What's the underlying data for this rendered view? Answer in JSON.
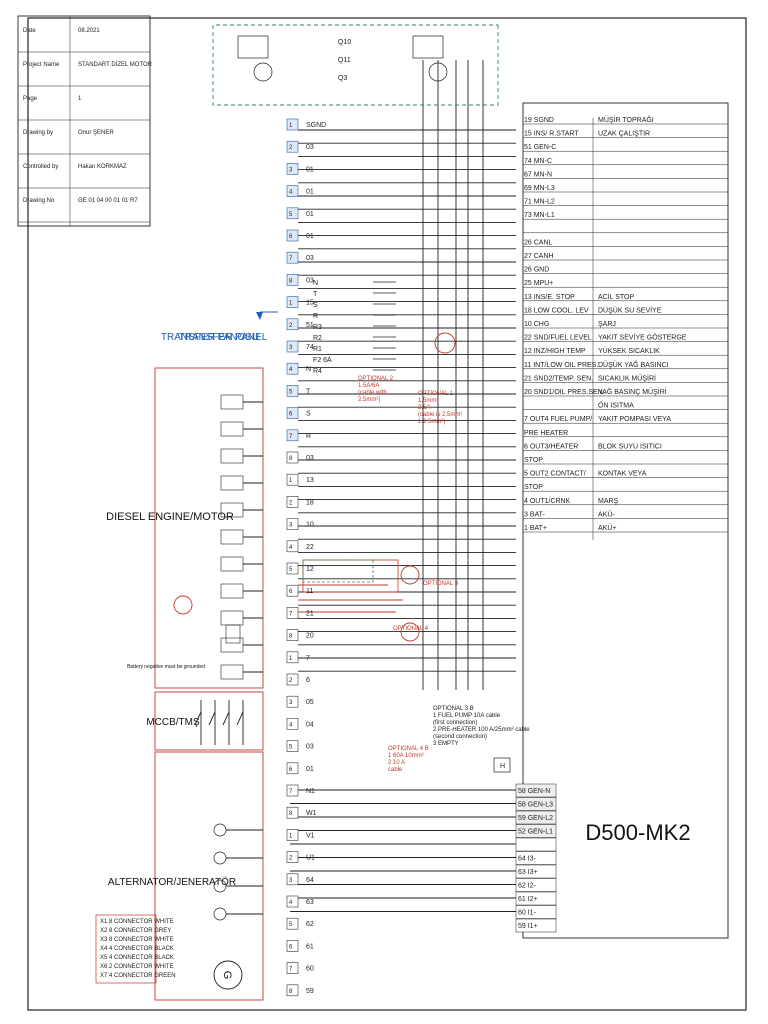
{
  "drawing": {
    "title": "D500-MK2",
    "controller_rows": [
      {
        "code": "19 SGND",
        "desc": "MÜŞİR TOPRAĞI"
      },
      {
        "code": "15 INS/ R.START",
        "desc": "UZAK ÇALIŞTIR"
      },
      {
        "code": "51 GEN-C",
        "desc": ""
      },
      {
        "code": "74 MN-C",
        "desc": ""
      },
      {
        "code": "67 MN-N",
        "desc": ""
      },
      {
        "code": "69 MN-L3",
        "desc": ""
      },
      {
        "code": "71 MN-L2",
        "desc": ""
      },
      {
        "code": "73 MN-L1",
        "desc": ""
      },
      {
        "code": "",
        "desc": ""
      },
      {
        "code": "26 CANL",
        "desc": ""
      },
      {
        "code": "27 CANH",
        "desc": ""
      },
      {
        "code": "26 GND",
        "desc": ""
      },
      {
        "code": "25 MPU+",
        "desc": ""
      },
      {
        "code": "13 INS/E. STOP",
        "desc": "ACİL STOP"
      },
      {
        "code": "18 LOW COOL. LEV",
        "desc": "DÜŞÜK SU SEVİYE"
      },
      {
        "code": "10 CHG",
        "desc": "ŞARJ"
      },
      {
        "code": "22 SND/FUEL LEVEL",
        "desc": "YAKIT SEVİYE GÖSTERGE"
      },
      {
        "code": "12 INZ/HIGH TEMP",
        "desc": "YÜKSEK SICAKLIK"
      },
      {
        "code": "11 INT/LOW OIL PRES.",
        "desc": "DÜŞÜK YAĞ BASINCI"
      },
      {
        "code": "21 SND2/TEMP. SEN.",
        "desc": "SICAKLIK MÜŞİRİ"
      },
      {
        "code": "20 SND1/OIL PRES.SEN.",
        "desc": "YAĞ BASINÇ MÜŞİRİ"
      },
      {
        "code": "",
        "desc": "ÖN ISITMA"
      },
      {
        "code": "7 OUT4 FUEL PUMP/",
        "desc": "YAKIT POMPASI VEYA"
      },
      {
        "code": "PRE HEATER",
        "desc": ""
      },
      {
        "code": "6 OUT3/HEATER",
        "desc": "BLOK SUYU ISITICI"
      },
      {
        "code": "STOP",
        "desc": ""
      },
      {
        "code": "5 OUT2 CONTACT/",
        "desc": "KONTAK VEYA"
      },
      {
        "code": "STOP",
        "desc": ""
      },
      {
        "code": "4 OUT1/CRNK",
        "desc": "MARŞ"
      },
      {
        "code": "3 BAT-",
        "desc": "AKÜ-"
      },
      {
        "code": "1 BAT+",
        "desc": "AKÜ+"
      }
    ],
    "generator_rows": [
      "58 GEN-N",
      "58 GEN-L3",
      "59 GEN-L2",
      "52 GEN-L1",
      "",
      "64 I3-",
      "63 I3+",
      "62 I2-",
      "61 I2+",
      "60 I1-",
      "59 I1+"
    ],
    "terminal_labels": [
      "SGND",
      "03",
      "01",
      "01",
      "01",
      "01",
      "03",
      "03",
      "15",
      "51",
      "74",
      "N",
      "T",
      "S",
      "R",
      "03",
      "13",
      "18",
      "10",
      "22",
      "12",
      "11",
      "21",
      "20",
      "7",
      "6",
      "05",
      "04",
      "03",
      "01",
      "N1",
      "W1",
      "V1",
      "U1",
      "64",
      "63",
      "62",
      "61",
      "60",
      "59"
    ],
    "ats_labels": [
      "N",
      "T",
      "S",
      "R",
      "R3",
      "R2",
      "R1",
      "F2 6A",
      "R4"
    ],
    "sections": {
      "transfer_panel": "TRANSFER PANEL",
      "transfer_panosu": "TRANSFER PANOSU",
      "engine": "DIESEL ENGINE/MOTOR",
      "mccb": "MCCB/TMŞ",
      "alternator": "ALTERNATOR/JENERATÖR",
      "battery_note": "Battery negative must be grounded"
    },
    "notes": {
      "opt1": [
        "OPTIONAL 1",
        "1.5mm²",
        "2.5A",
        "(cable is 2.5mm²",
        "1.2.5mm²)"
      ],
      "opt2": [
        "OPTIONAL 2",
        "1.5A/6A",
        "(cable with",
        "2.5mm²)"
      ],
      "opt3": "OPTIONAL 3",
      "opt4": "OPTIONAL 4",
      "opt3b": [
        "OPTIONAL 3 B",
        "1 FUEL PUMP 10A cable",
        "(first connection)",
        "2 PRE-HEATER 100 A/25mm² cable",
        "(second connection)",
        "3 EMPTY"
      ],
      "opt4b": [
        "OPTIONAL 4 B",
        "1 60A 10mm²",
        "2 10 A",
        "cable"
      ]
    },
    "connectors": [
      "X1 8 CONNECTOR WHITE",
      "X2 8 CONNECTOR GREY",
      "X3 8 CONNECTOR WHITE",
      "X4 4 CONNECTOR BLACK",
      "X5 4 CONNECTOR BLACK",
      "X6 2 CONNECTOR WHITE",
      "X7 4 CONNECTOR GREEN"
    ],
    "title_block": {
      "rows": [
        {
          "label": "Date",
          "value": "08.2021"
        },
        {
          "label": "Project Name",
          "value": "STANDART DİZEL MOTOR"
        },
        {
          "label": "Page",
          "value": "1"
        },
        {
          "label": "Drawing by",
          "value": "Onur ŞENER"
        },
        {
          "label": "Controlled by",
          "value": "Hakan KORKMAZ"
        },
        {
          "label": "Drawing No",
          "value": "GE 01 04 00 01 01 R7"
        }
      ]
    },
    "relay_top": [
      "Q10",
      "Q11",
      "Q3"
    ]
  },
  "colors": {
    "ink": "#222222",
    "blue": "#1f5fb0",
    "red": "#c0392b",
    "green": "#2e8b57"
  }
}
